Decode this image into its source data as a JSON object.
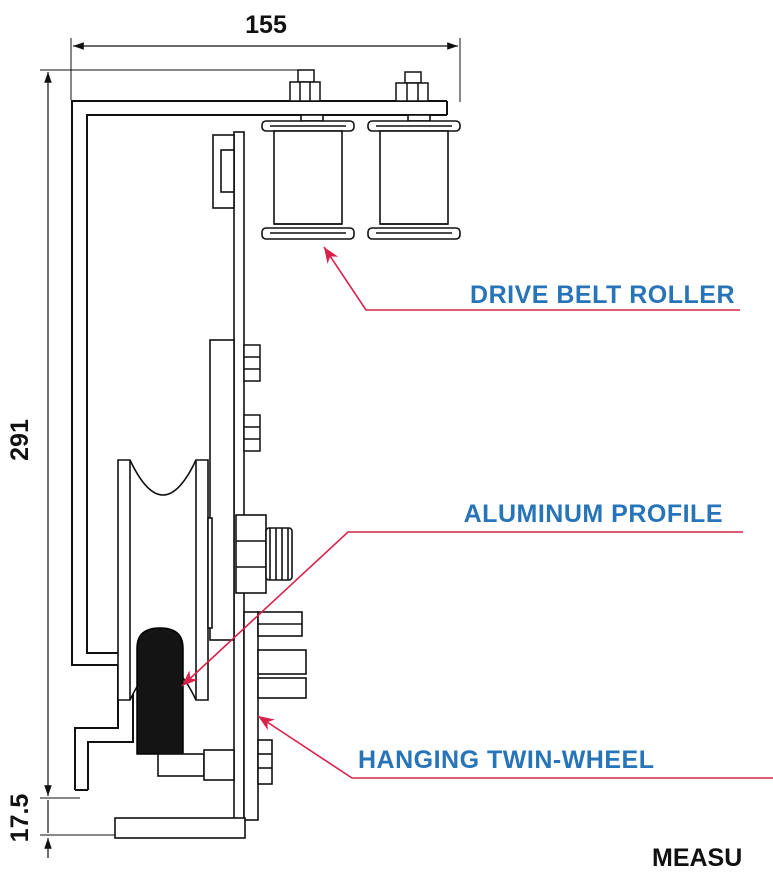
{
  "dimensions": {
    "width": "155",
    "height": "291",
    "offset": "17.5"
  },
  "callouts": {
    "drive_belt_roller": "DRIVE  BELT  ROLLER",
    "aluminum_profile": "ALUMINUM  PROFILE",
    "hanging_twin_wheel": "HANGING TWIN-WHEEL"
  },
  "footer_text": "MEASU",
  "colors": {
    "callout_text": "#2874b8",
    "leader_line": "#d8204a",
    "outline": "#111111",
    "profile_fill": "#141414"
  }
}
